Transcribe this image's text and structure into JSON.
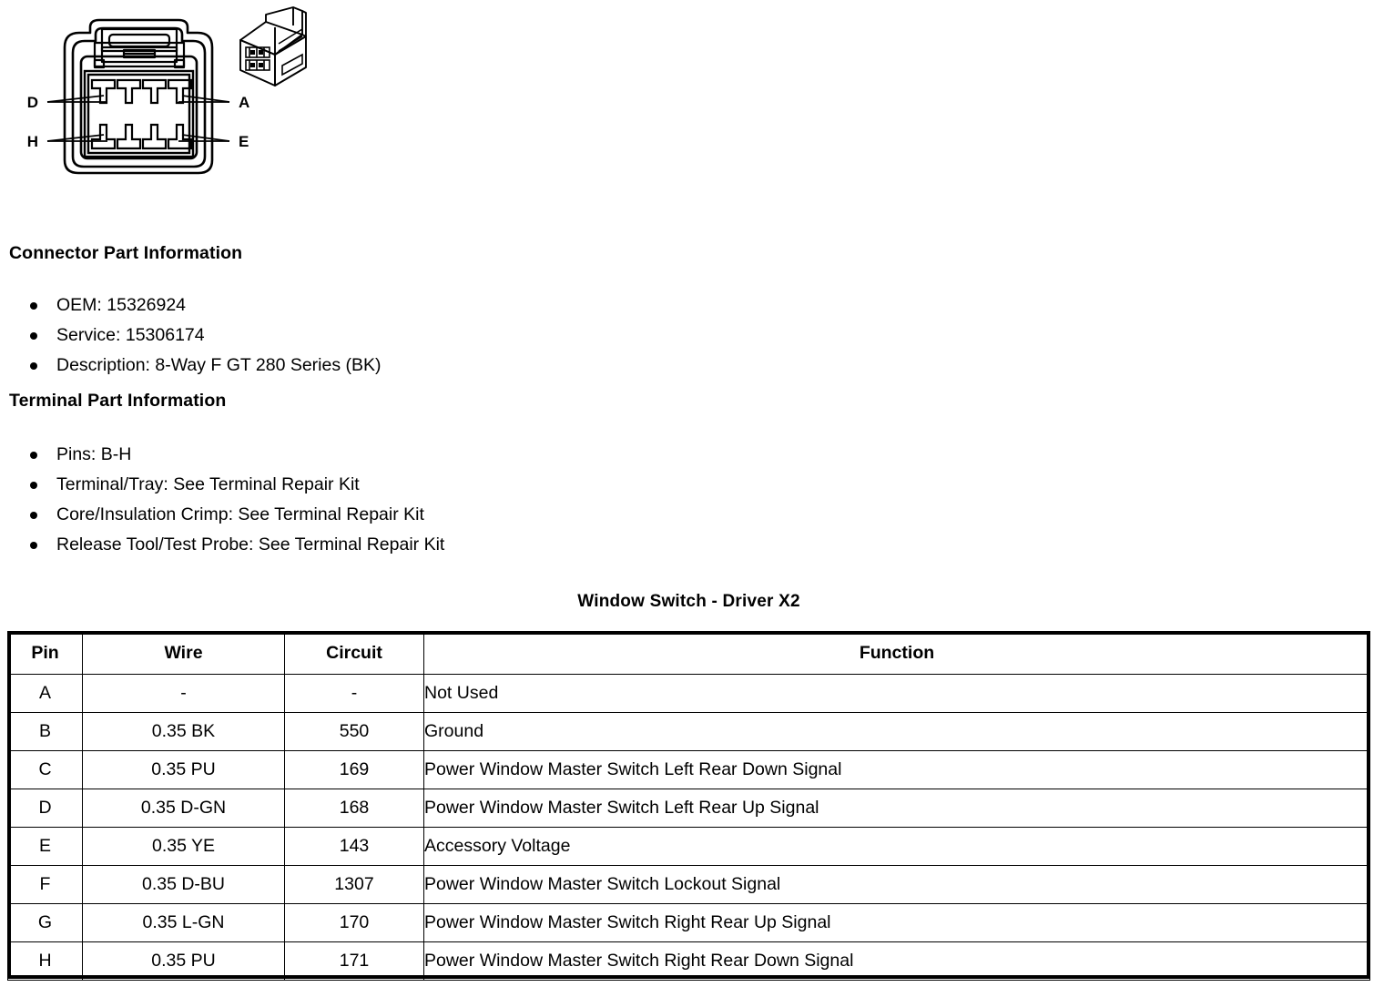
{
  "figure": {
    "caption_pins": {
      "top_left": "D",
      "top_right": "A",
      "bottom_left": "H",
      "bottom_right": "E"
    },
    "front_view_name": "connector-front-view",
    "iso_view_name": "connector-isometric-view"
  },
  "connector_part": {
    "heading": "Connector Part Information",
    "items": [
      "OEM: 15326924",
      "Service: 15306174",
      "Description: 8-Way F GT 280 Series (BK)"
    ]
  },
  "terminal_part": {
    "heading": "Terminal Part Information",
    "items": [
      "Pins: B-H",
      "Terminal/Tray: See Terminal Repair Kit",
      "Core/Insulation Crimp: See Terminal Repair Kit",
      "Release Tool/Test Probe: See Terminal Repair Kit"
    ]
  },
  "pinout": {
    "title": "Window Switch - Driver X2",
    "columns": [
      "Pin",
      "Wire",
      "Circuit",
      "Function"
    ],
    "rows": [
      {
        "pin": "A",
        "wire": "-",
        "circuit": "-",
        "function": "Not Used"
      },
      {
        "pin": "B",
        "wire": "0.35 BK",
        "circuit": "550",
        "function": "Ground"
      },
      {
        "pin": "C",
        "wire": "0.35 PU",
        "circuit": "169",
        "function": "Power Window Master Switch Left Rear Down Signal"
      },
      {
        "pin": "D",
        "wire": "0.35 D-GN",
        "circuit": "168",
        "function": "Power Window Master Switch Left Rear Up Signal"
      },
      {
        "pin": "E",
        "wire": "0.35 YE",
        "circuit": "143",
        "function": "Accessory Voltage"
      },
      {
        "pin": "F",
        "wire": "0.35 D-BU",
        "circuit": "1307",
        "function": "Power Window Master Switch Lockout Signal"
      },
      {
        "pin": "G",
        "wire": "0.35 L-GN",
        "circuit": "170",
        "function": "Power Window Master Switch Right Rear Up Signal"
      },
      {
        "pin": "H",
        "wire": "0.35 PU",
        "circuit": "171",
        "function": "Power Window Master Switch Right Rear Down Signal"
      }
    ]
  },
  "colors": {
    "ink": "#000000",
    "page": "#ffffff"
  }
}
